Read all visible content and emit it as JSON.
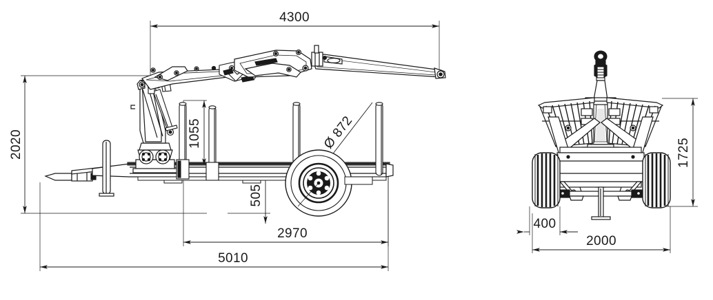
{
  "drawing": {
    "type": "engineering-dimension-drawing",
    "subject": "forestry timber trailer with hydraulic loader crane",
    "units": "mm",
    "line_color": "#1a1a1a",
    "background_color": "#ffffff",
    "views": [
      {
        "id": "side-view",
        "label": "side-view",
        "position": "left"
      },
      {
        "id": "rear-view",
        "label": "rear-view",
        "position": "right"
      }
    ]
  },
  "dimensions": {
    "side": {
      "crane_reach": {
        "value": "4300",
        "orientation": "horizontal",
        "note": "overall crane reach"
      },
      "overall_height": {
        "value": "2020",
        "orientation": "vertical",
        "note": "overall transport height"
      },
      "stake_height": {
        "value": "1055",
        "orientation": "vertical",
        "note": "stake height above bed"
      },
      "bed_height": {
        "value": "505",
        "orientation": "vertical",
        "note": "loading bed height"
      },
      "wheel_diameter": {
        "value": "Ø 872",
        "orientation": "leader",
        "note": "tyre outside diameter"
      },
      "axle_to_front": {
        "value": "2970",
        "orientation": "horizontal",
        "note": "bunk front to axle centre"
      },
      "overall_length": {
        "value": "5010",
        "orientation": "horizontal",
        "note": "overall trailer length"
      }
    },
    "rear": {
      "overall_height": {
        "value": "1725",
        "orientation": "vertical",
        "note": "overall height rear view"
      },
      "tyre_width": {
        "value": "400",
        "orientation": "horizontal",
        "note": "tyre section width"
      },
      "track_width": {
        "value": "2000",
        "orientation": "horizontal",
        "note": "overall track width"
      }
    }
  },
  "labels": {
    "d4300": "4300",
    "d2020": "2020",
    "d1055": "1055",
    "d505": "505",
    "d872": "Ø 872",
    "d2970": "2970",
    "d5010": "5010",
    "d1725": "1725",
    "d400": "400",
    "d2000": "2000"
  },
  "components": {
    "side_view": [
      "drawbar-hitch",
      "support-leg",
      "crane-column",
      "crane-base-valve-block",
      "crane-main-boom",
      "crane-outer-boom",
      "crane-extension",
      "crane-grapple-mount",
      "chassis-beam",
      "stake-1",
      "stake-2",
      "stake-3",
      "stake-4",
      "wheel-tyre",
      "wheel-rim",
      "wheel-hub"
    ],
    "rear_view": [
      "crane-column-top",
      "pto-shaft",
      "headboard-grid",
      "bunk-stanchion-left",
      "bunk-stanchion-right",
      "chassis-crossmember",
      "axle-assembly",
      "tyre-left",
      "tyre-right",
      "centre-support-leg"
    ]
  }
}
